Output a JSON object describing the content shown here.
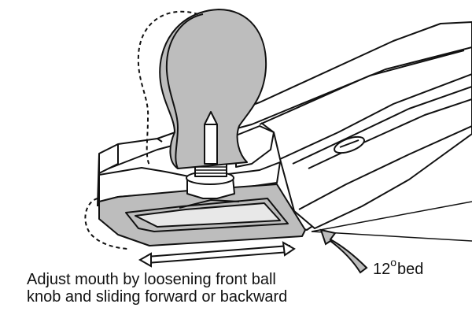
{
  "annotation": {
    "caption_line_1": "Adjust mouth by loosening front ball",
    "caption_line_2": "knob and sliding forward or backward",
    "angle_value": "12",
    "angle_degree_mark": "o",
    "angle_suffix": "bed"
  },
  "colors": {
    "knob_fill": "#bdbdbd",
    "plate_fill": "#bdbdbd",
    "outline": "#111111",
    "background": "#ffffff"
  },
  "icons": {
    "arrow_double": "double-headed-arrow-icon",
    "arrow_curved": "curved-arrow-icon"
  }
}
